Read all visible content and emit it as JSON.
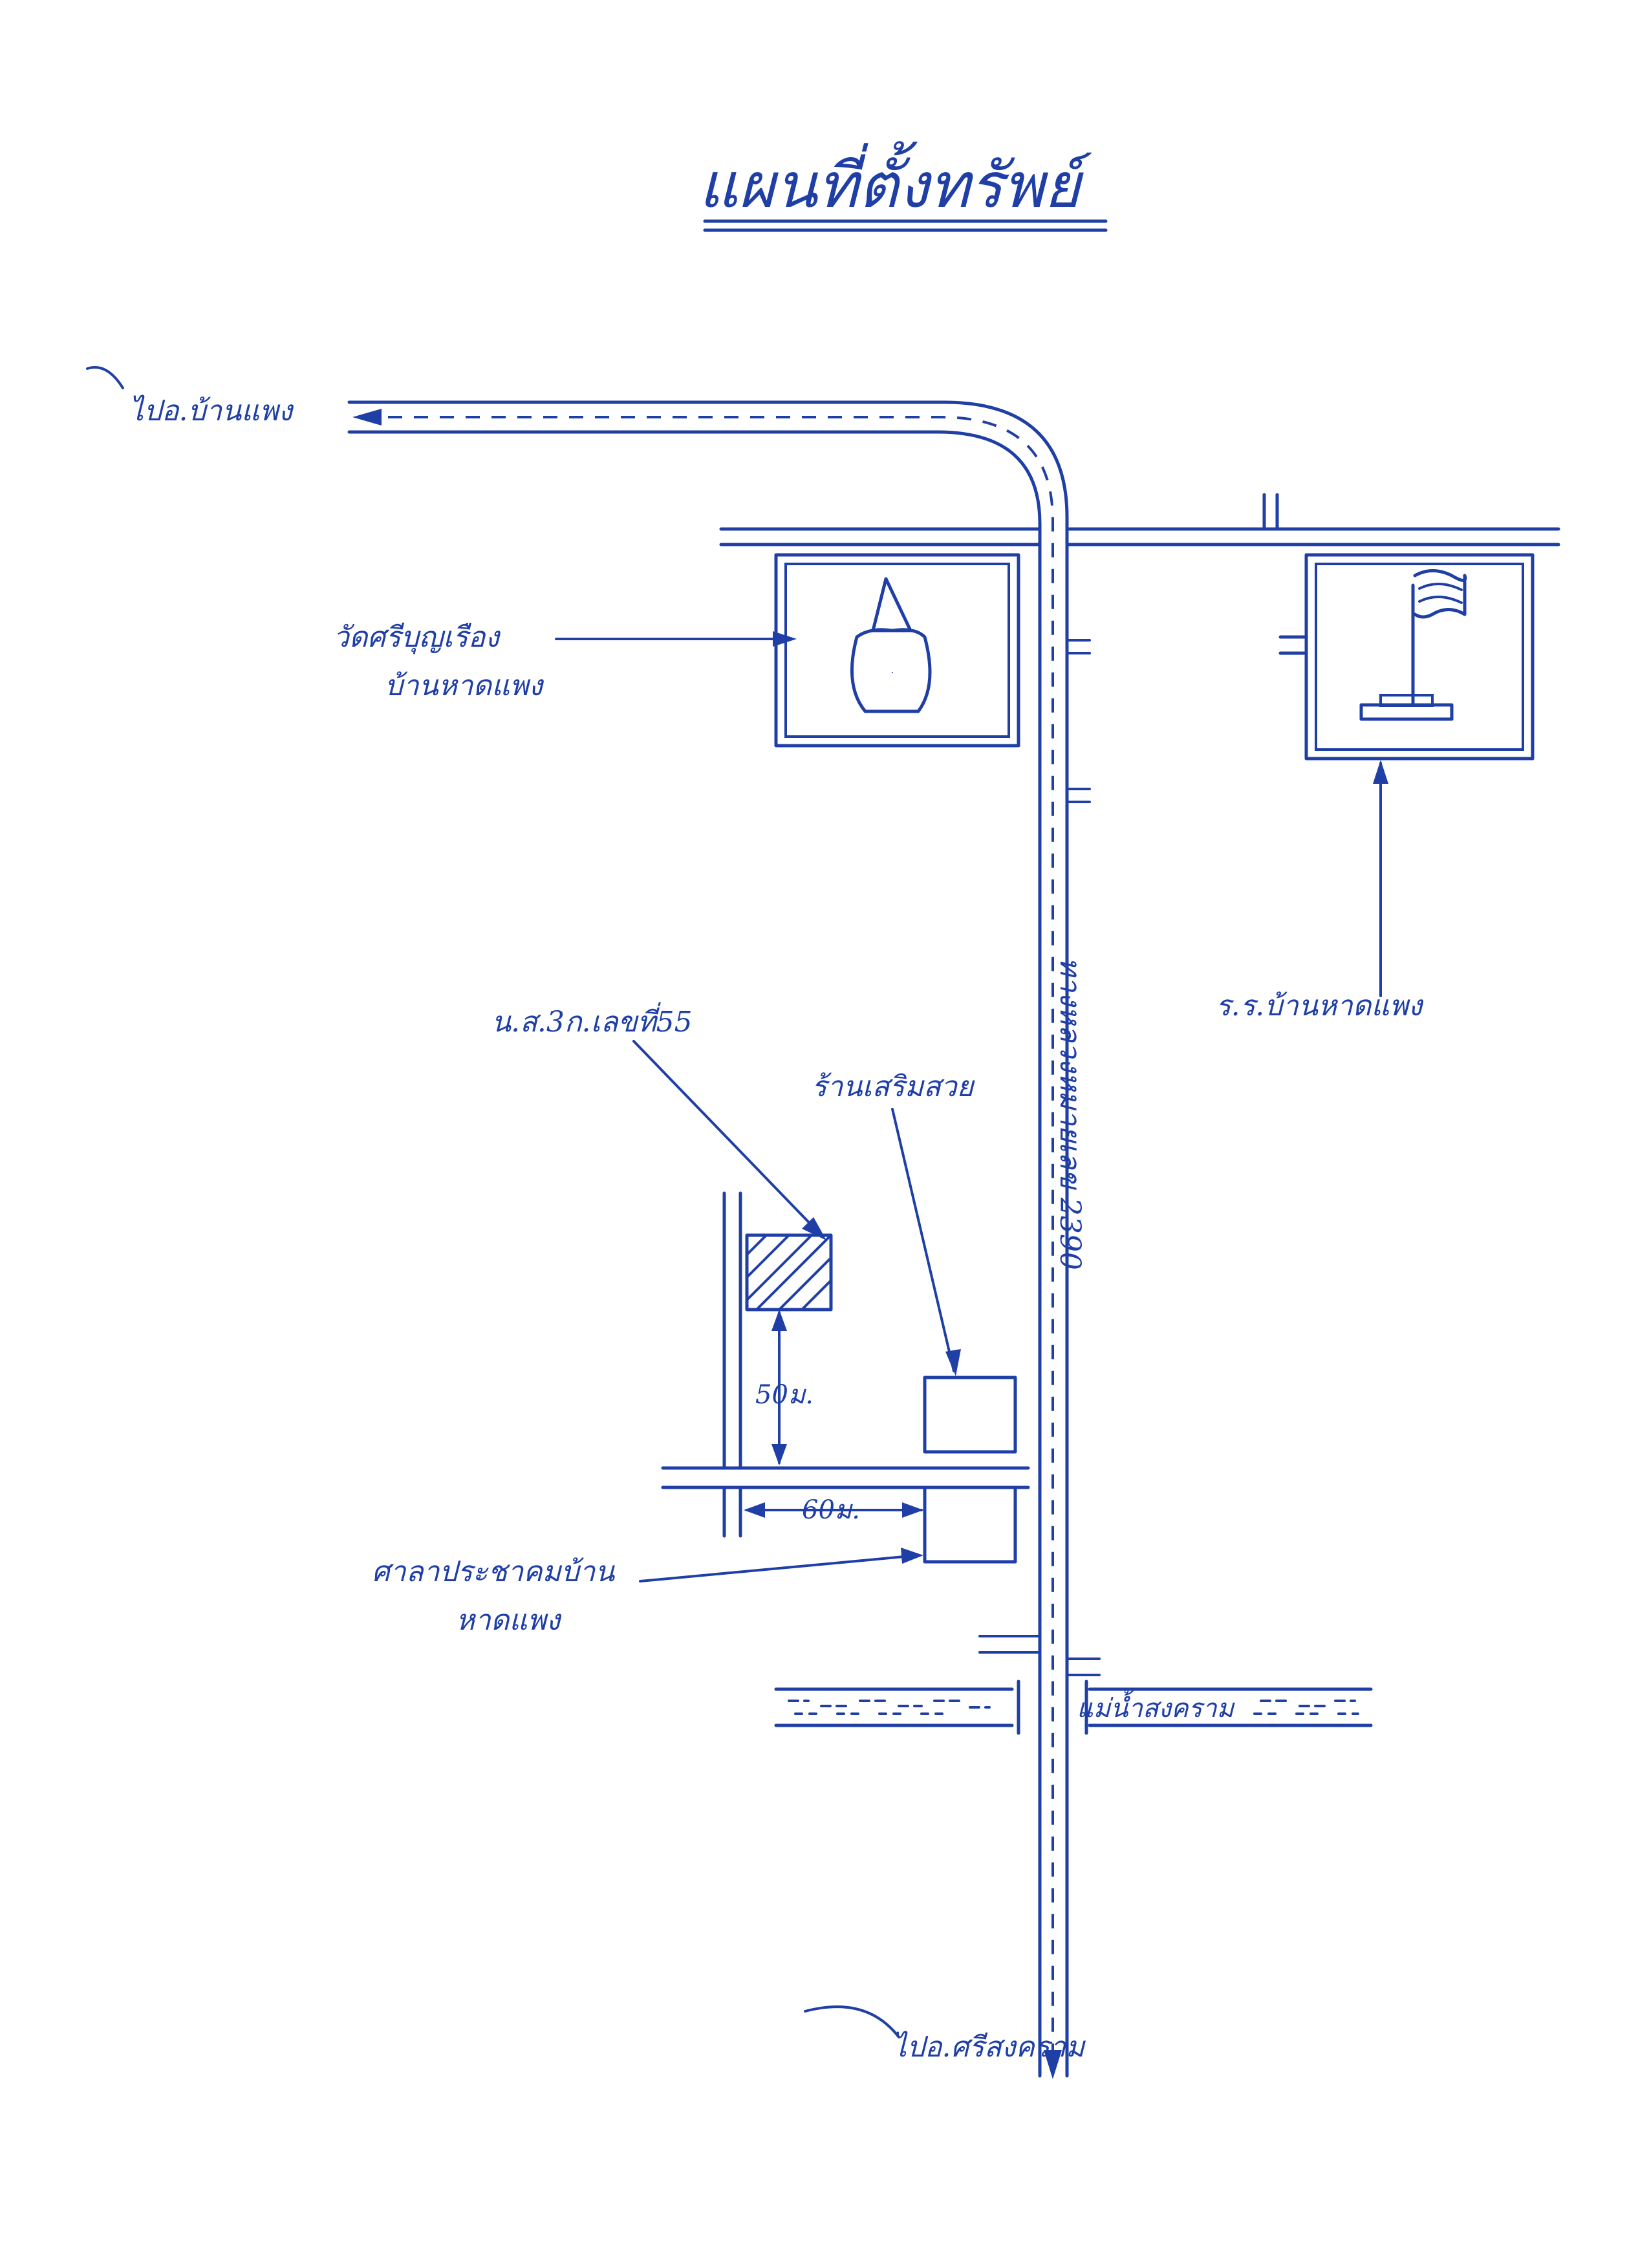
{
  "title": "แผนที่ตั้งทรัพย์",
  "labels": {
    "to_ban_phaeng": "ไปอ.บ้านแพง",
    "temple_line1": "วัดศรีบุญเรือง",
    "temple_line2": "บ้านหาดแพง",
    "school": "ร.ร.บ้านหาดแพง",
    "land_deed": "น.ส.3ก.เลขที่55",
    "shop": "ร้านเสริมสวย",
    "road": "ทางหลวงหมายเลข 2390",
    "dist_vertical": "50ม.",
    "dist_horizontal": "60ม.",
    "pavilion_line1": "ศาลาประชาคมบ้าน",
    "pavilion_line2": "หาดแพง",
    "river": "แม่น้ำสงคราม",
    "to_si_songkhram": "ไปอ.ศรีสงคราม"
  },
  "colors": {
    "ink": "#1f3fa6",
    "paper": "#ffffff"
  }
}
